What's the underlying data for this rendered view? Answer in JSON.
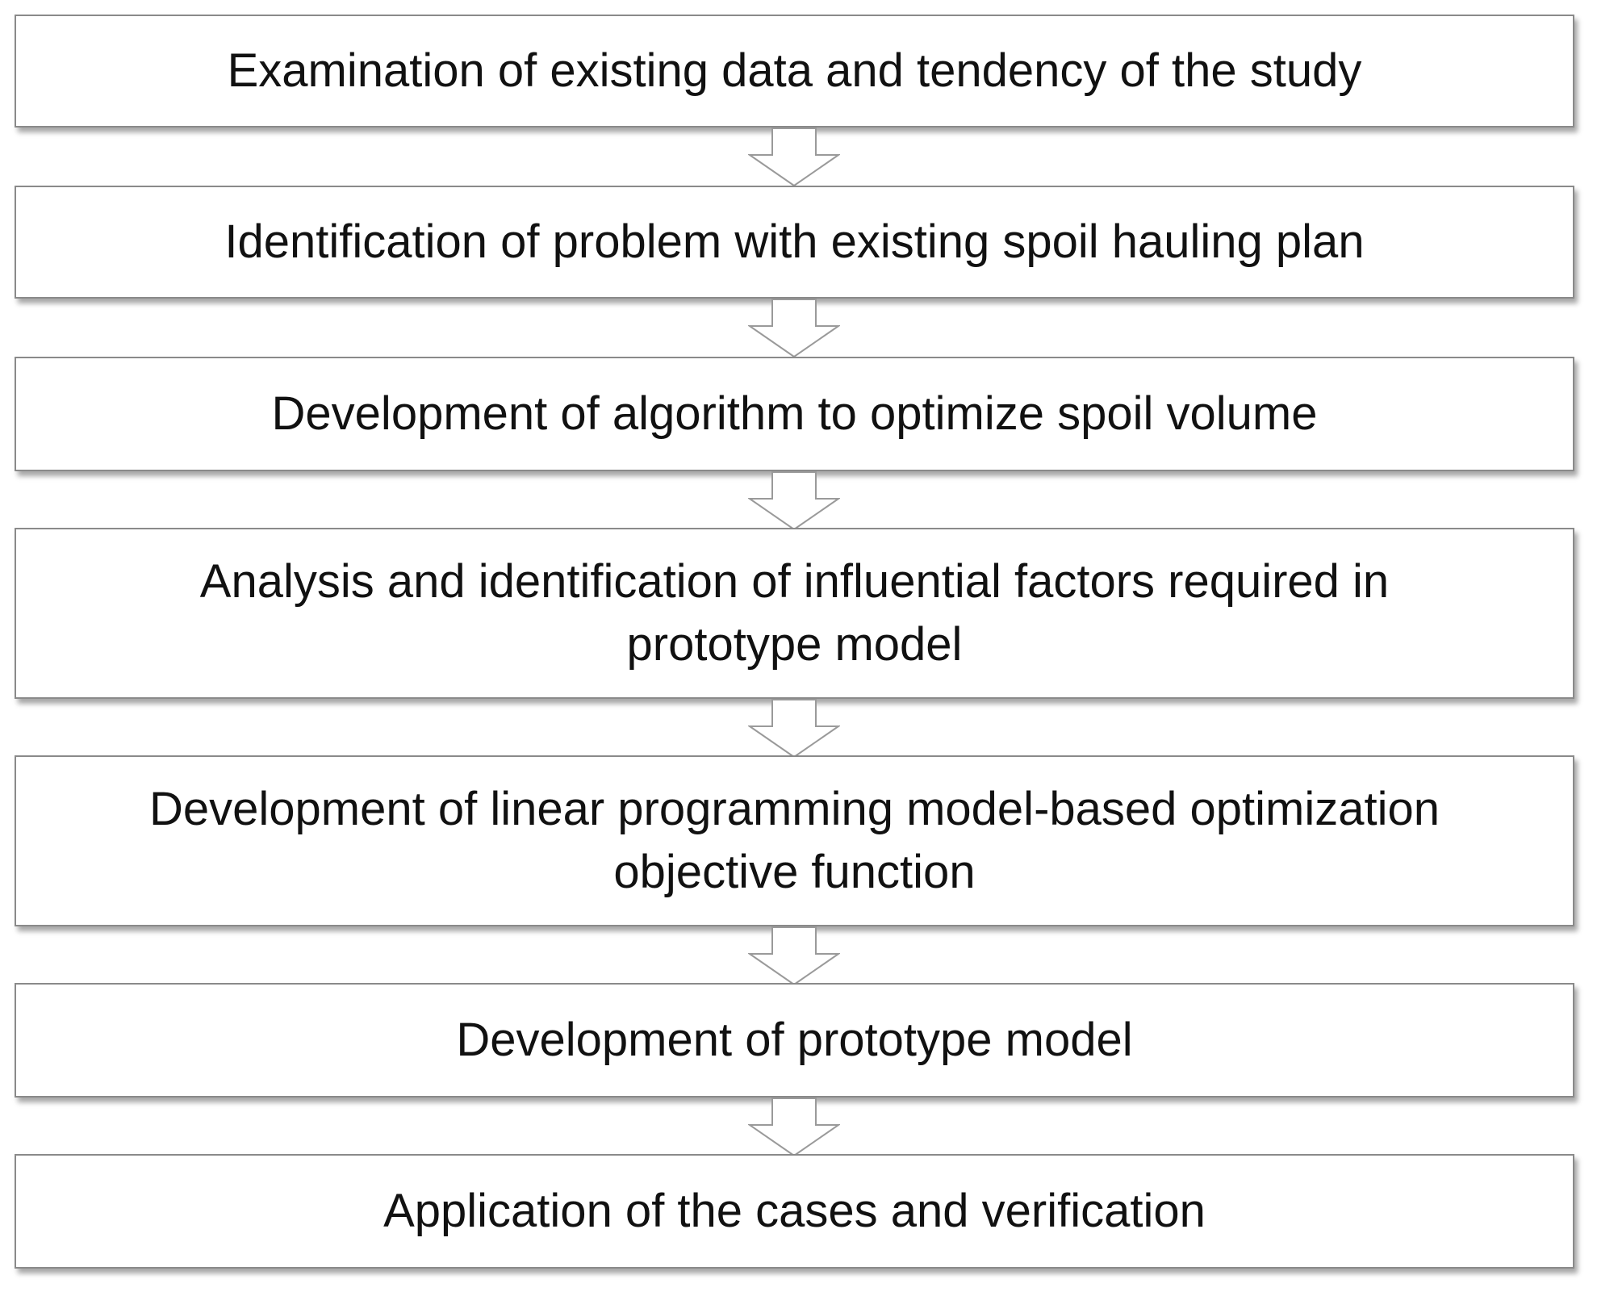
{
  "flowchart": {
    "steps": [
      {
        "label": "Examination of existing data and tendency of the study"
      },
      {
        "label": "Identification of problem with existing spoil hauling plan"
      },
      {
        "label": "Development of algorithm to optimize spoil volume"
      },
      {
        "label": "Analysis and identification of influential factors required in\nprototype model"
      },
      {
        "label": "Development of linear programming model-based optimization\nobjective function"
      },
      {
        "label": "Development of prototype model"
      },
      {
        "label": "Application of the cases and verification"
      }
    ],
    "connector": "down-arrow-icon"
  }
}
